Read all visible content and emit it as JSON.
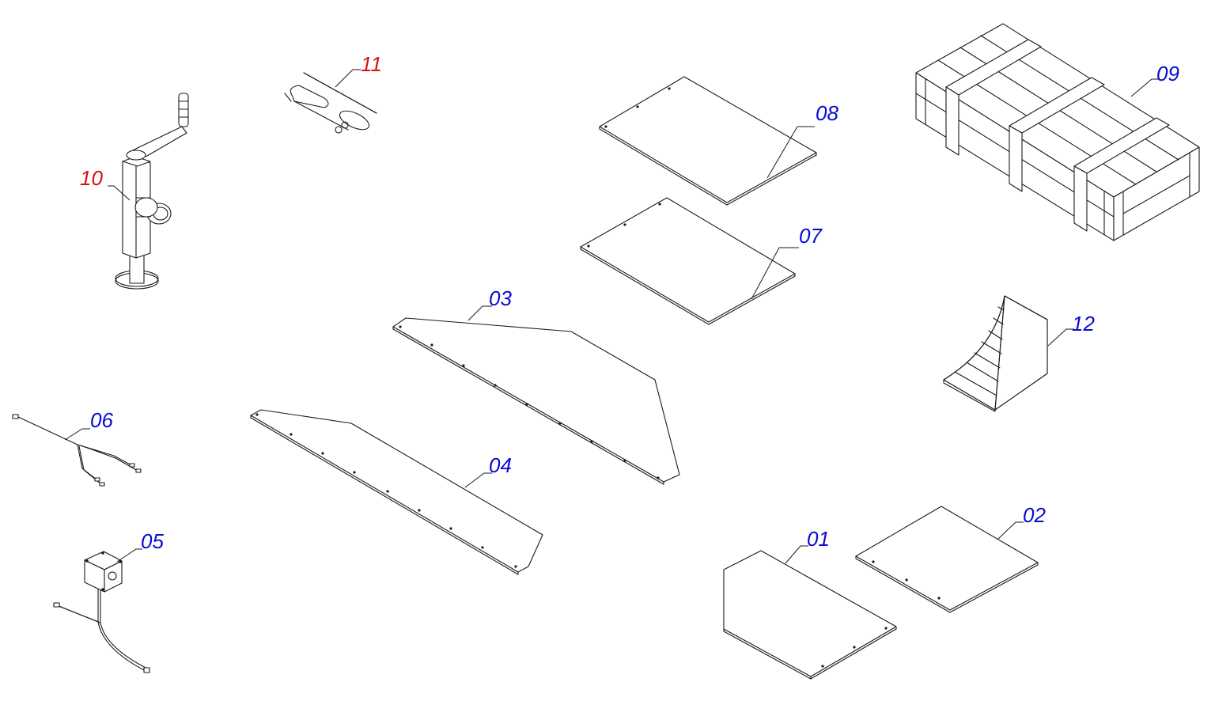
{
  "labels": {
    "l01": {
      "text": "01",
      "color": "#0a0ad2"
    },
    "l02": {
      "text": "02",
      "color": "#0a0ad2"
    },
    "l03": {
      "text": "03",
      "color": "#0a0ad2"
    },
    "l04": {
      "text": "04",
      "color": "#0a0ad2"
    },
    "l05": {
      "text": "05",
      "color": "#0a0ad2"
    },
    "l06": {
      "text": "06",
      "color": "#0a0ad2"
    },
    "l07": {
      "text": "07",
      "color": "#0a0ad2"
    },
    "l08": {
      "text": "08",
      "color": "#0a0ad2"
    },
    "l09": {
      "text": "09",
      "color": "#0a0ad2"
    },
    "l10": {
      "text": "10",
      "color": "#d21414"
    },
    "l11": {
      "text": "11",
      "color": "#d21414"
    },
    "l12": {
      "text": "12",
      "color": "#0a0ad2"
    }
  }
}
